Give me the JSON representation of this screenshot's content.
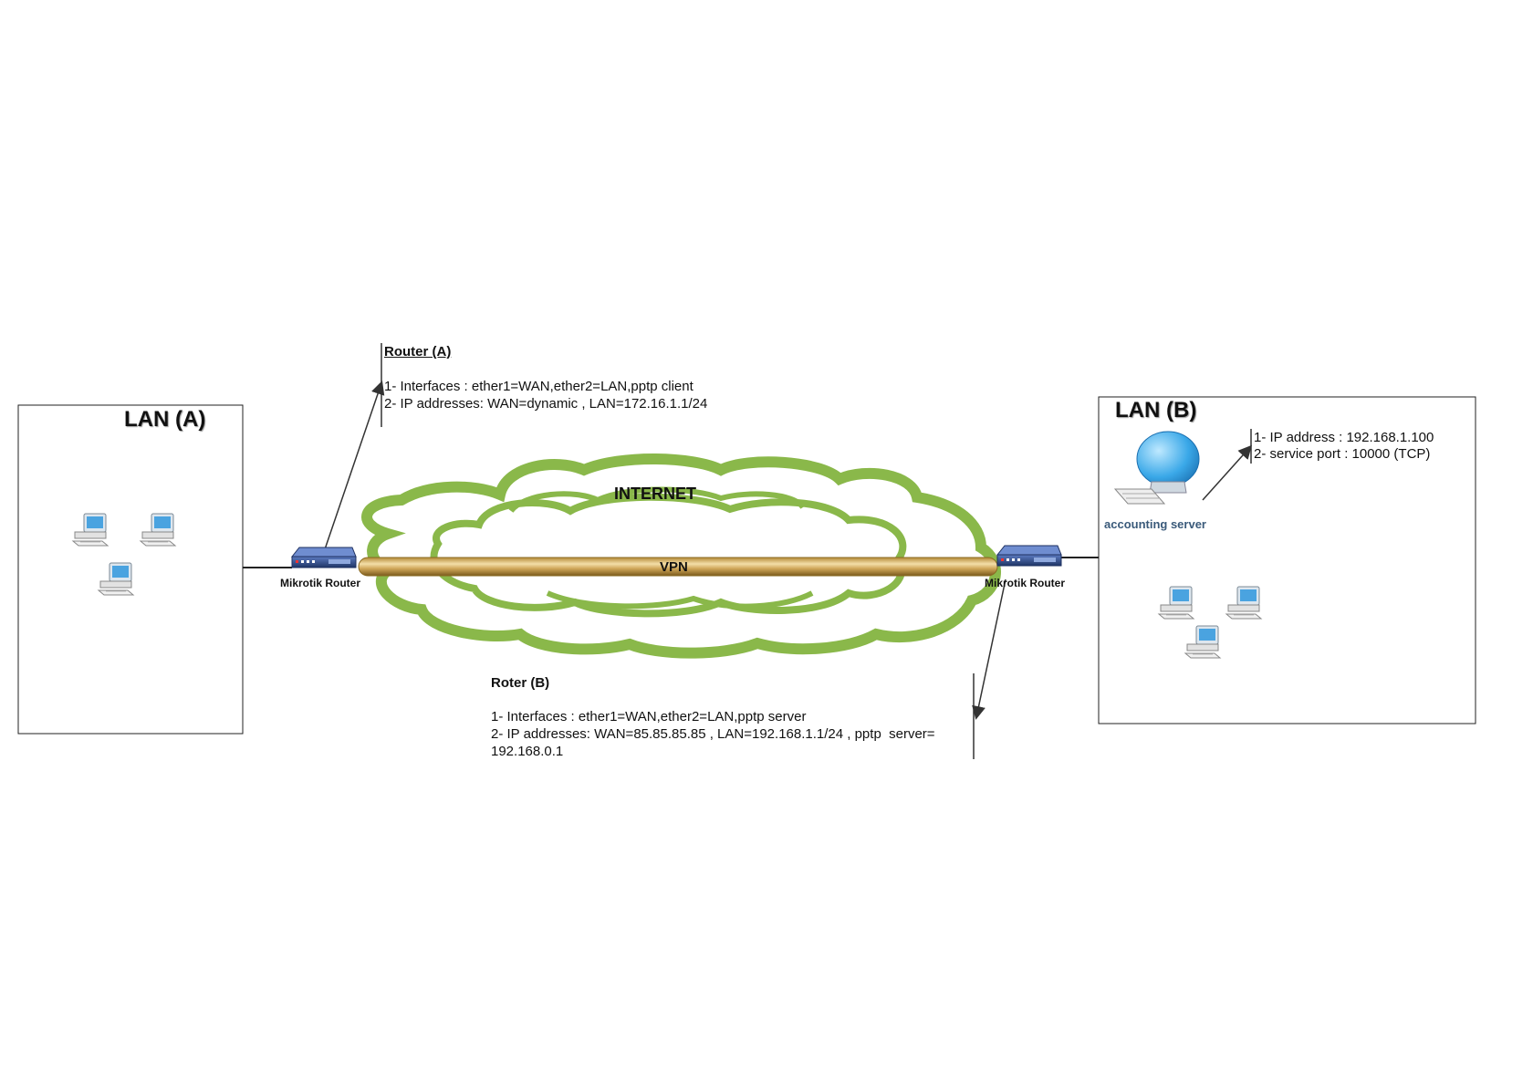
{
  "lan_a": {
    "title": "LAN (A)"
  },
  "lan_b": {
    "title": "LAN (B)"
  },
  "router_a": {
    "label": "Mikrotik Router",
    "note_title": "Router (A)",
    "note_lines": [
      "1- Interfaces : ether1=WAN,ether2=LAN,pptp client",
      "2- IP addresses: WAN=dynamic , LAN=172.16.1.1/24"
    ]
  },
  "router_b": {
    "label": "Mikrotik Router",
    "note_title": "Roter (B)",
    "note_lines": [
      "1- Interfaces : ether1=WAN,ether2=LAN,pptp server",
      "2- IP addresses: WAN=85.85.85.85 , LAN=192.168.1.1/24 , pptp  server=",
      "192.168.0.1"
    ]
  },
  "internet": {
    "label": "INTERNET"
  },
  "vpn": {
    "label": "VPN"
  },
  "server": {
    "label": "accounting server",
    "note_lines": [
      "1- IP address : 192.168.1.100",
      "2- service port : 10000 (TCP)"
    ]
  },
  "colors": {
    "cloud": "#8ab84a",
    "tube_dark": "#8a6a22",
    "tube_light": "#f0d9a0",
    "router_body": "#2c4a86",
    "monitor_blue": "#3aa8e8",
    "line": "#333333"
  },
  "icons": [
    "computer-icon",
    "router-icon",
    "server-icon",
    "cloud-icon"
  ]
}
